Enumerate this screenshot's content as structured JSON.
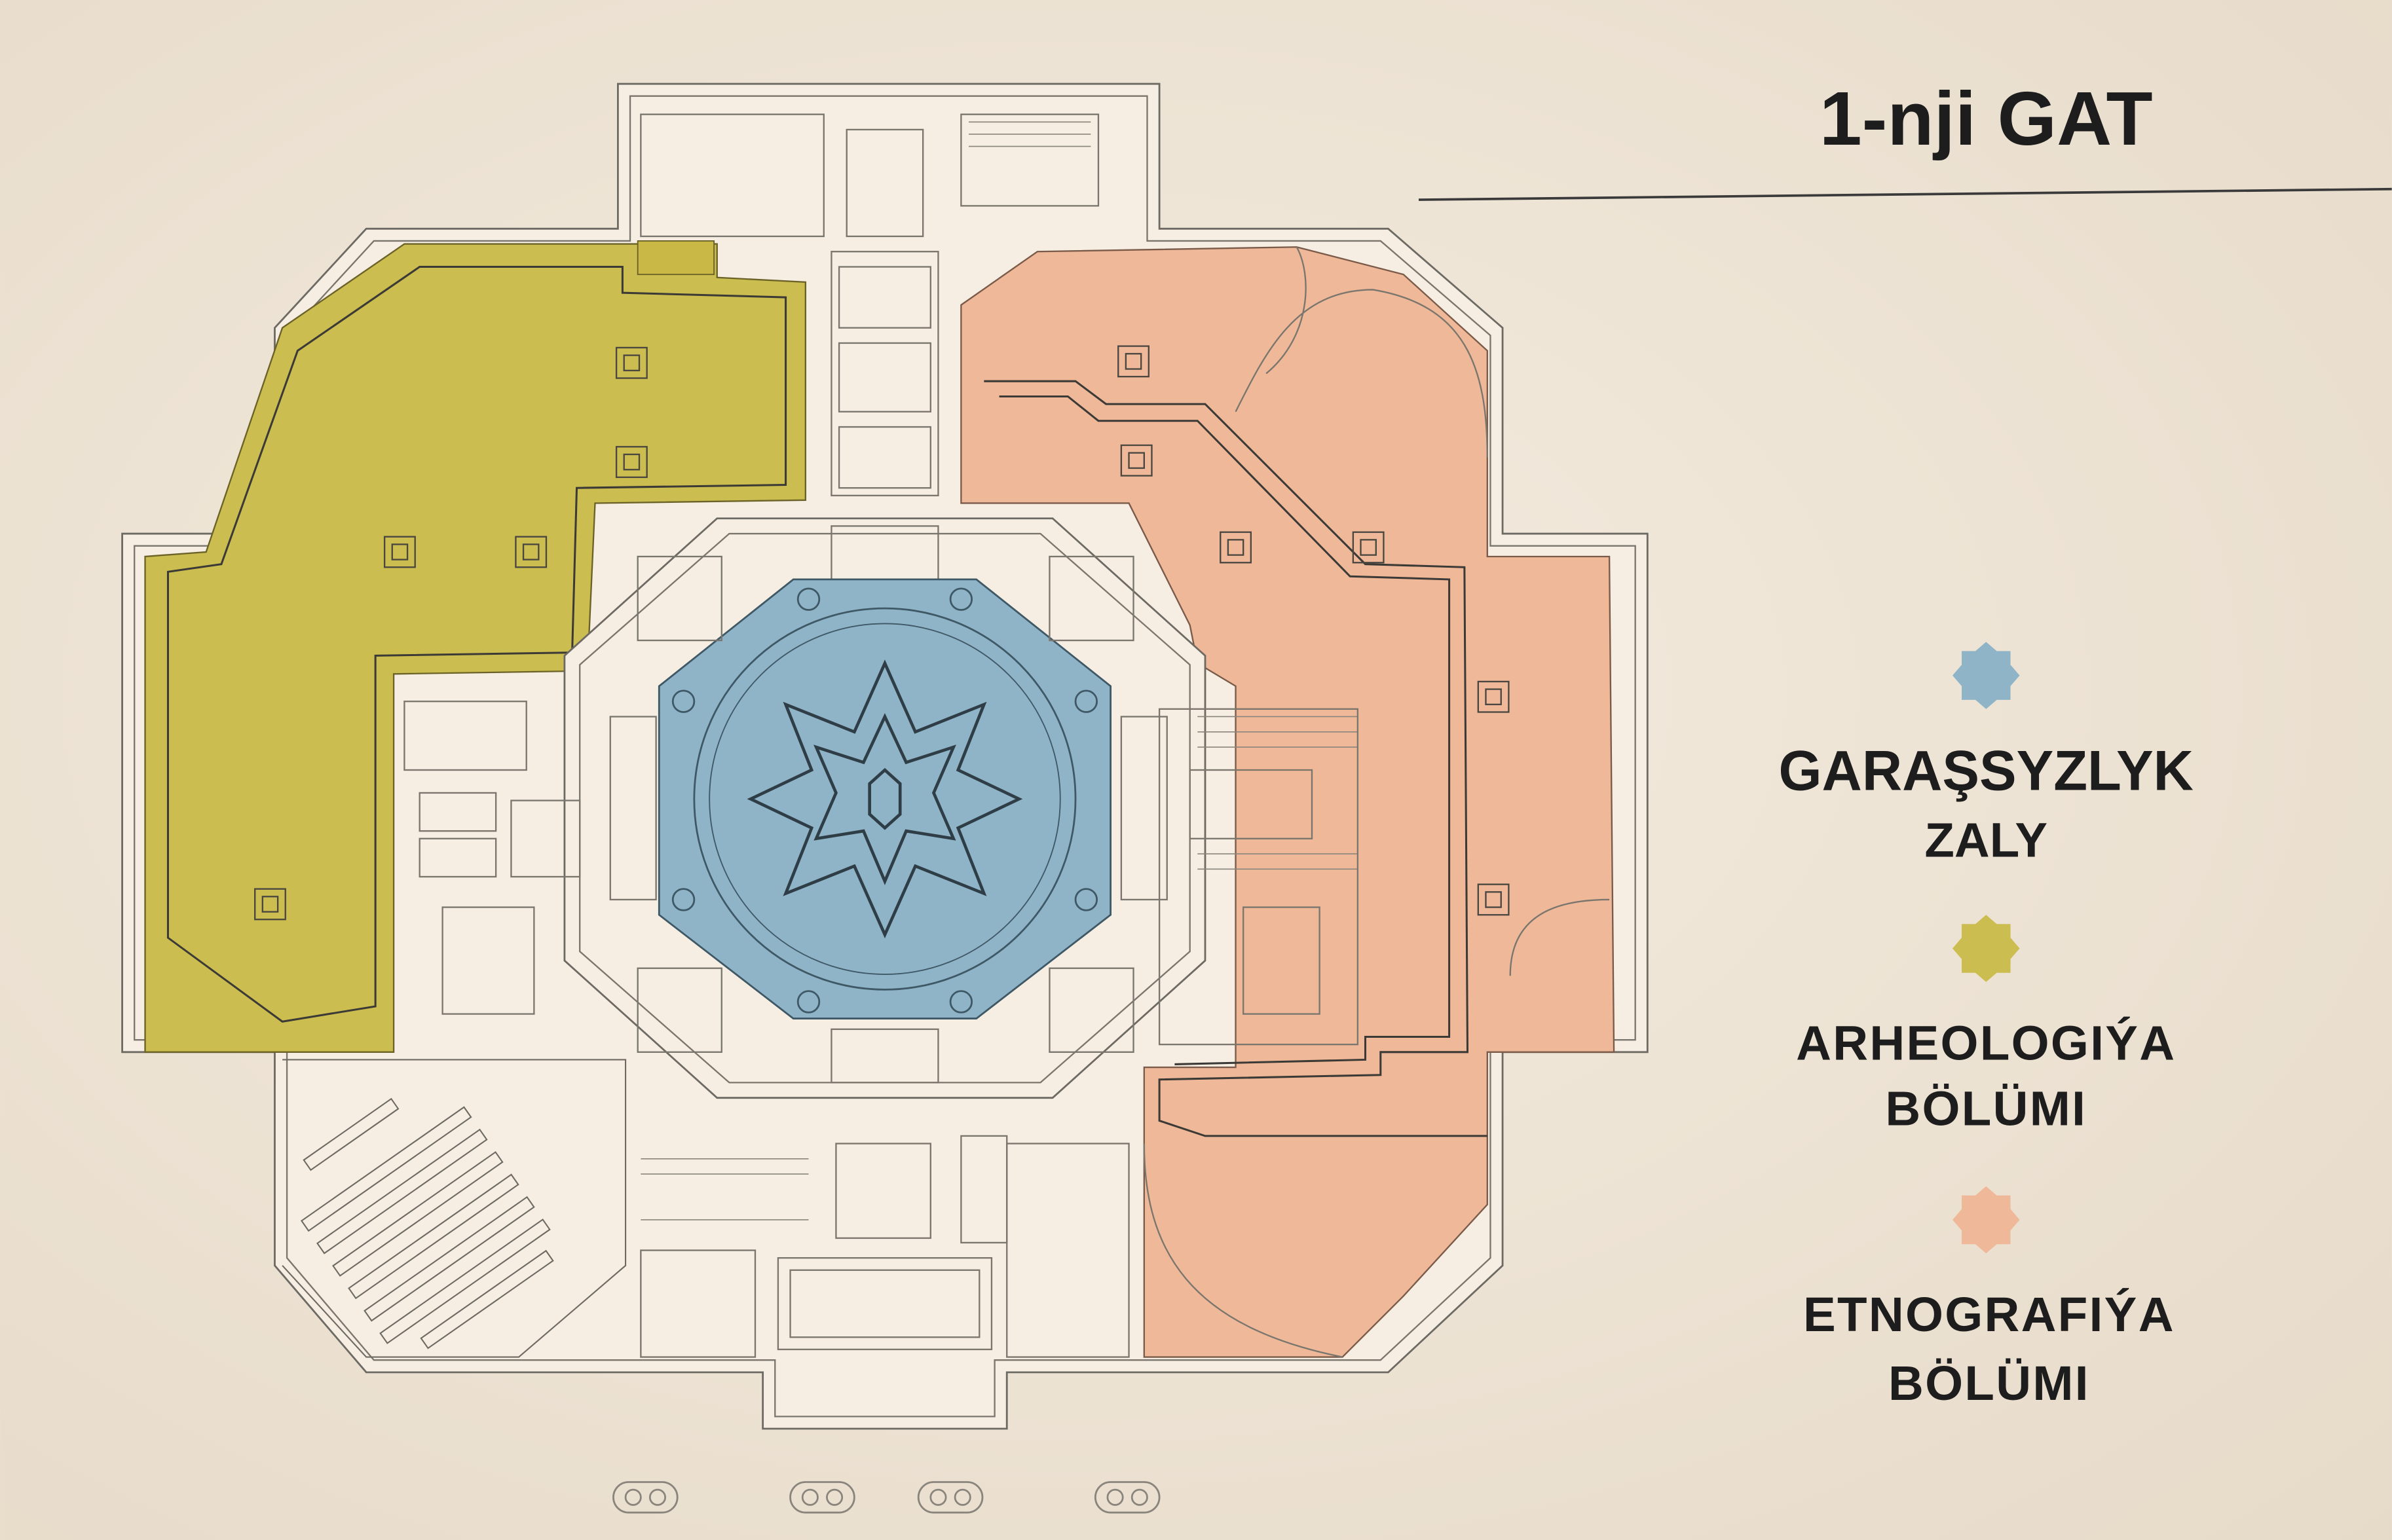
{
  "title": "1-nji GAT",
  "legend": [
    {
      "line1": "GARAŞSYZLYK",
      "line2": "ZALY",
      "color": "#8fb4c8",
      "icon": "star-icon"
    },
    {
      "line1": "ARHEOLOGIÝA",
      "line2": "BÖLÜMI",
      "color": "#cbbd4f",
      "icon": "star-icon"
    },
    {
      "line1": "ETNOGRAFIÝA",
      "line2": "BÖLÜMI",
      "color": "#efb898",
      "icon": "star-icon"
    }
  ],
  "colors": {
    "background": "#efe6d8",
    "independence_hall": "#8fb4c8",
    "archaeology": "#cbbd4f",
    "ethnography": "#efb898"
  }
}
